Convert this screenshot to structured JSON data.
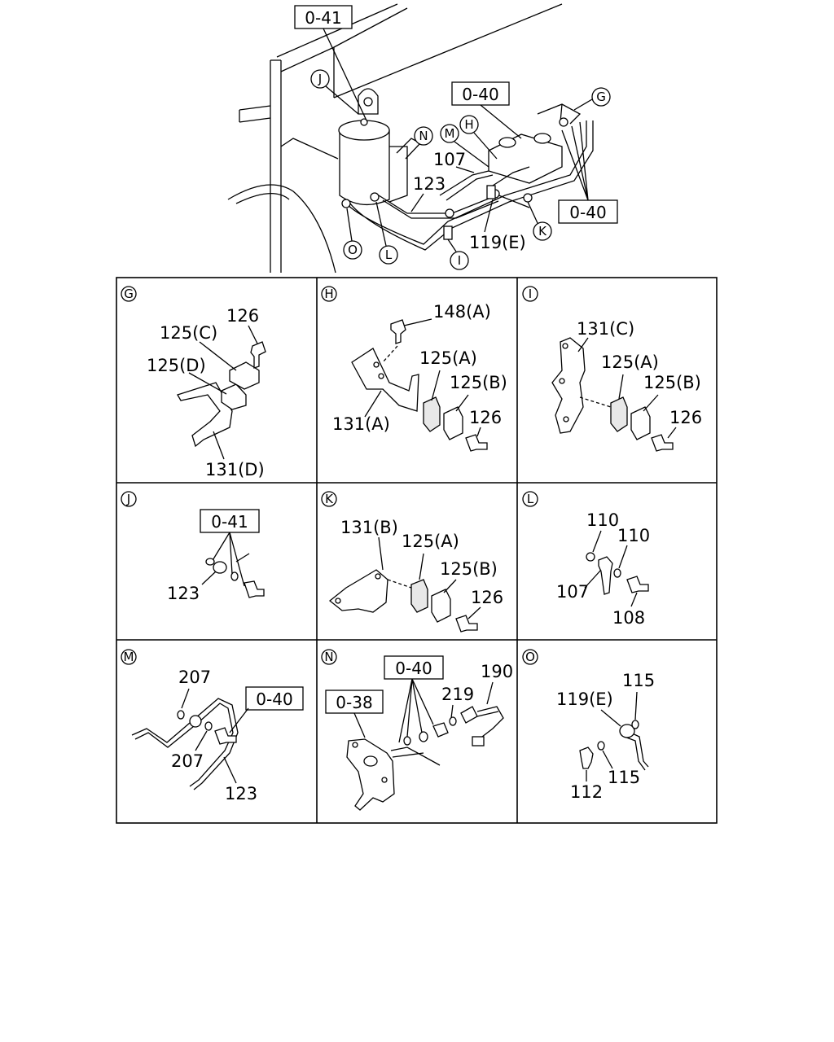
{
  "main_view": {
    "ref_041": "0-41",
    "ref_040_top": "0-40",
    "ref_040_right": "0-40",
    "circle_j": "J",
    "circle_n": "N",
    "circle_m": "M",
    "circle_h": "H",
    "circle_g": "G",
    "circle_k": "K",
    "circle_i": "I",
    "circle_l": "L",
    "circle_o": "O",
    "lbl_107": "107",
    "lbl_123": "123",
    "lbl_119e": "119(E)"
  },
  "panels": {
    "G": {
      "id": "G",
      "l126": "126",
      "l125c": "125(C)",
      "l125d": "125(D)",
      "l131d": "131(D)"
    },
    "H": {
      "id": "H",
      "l148a": "148(A)",
      "l125a": "125(A)",
      "l125b": "125(B)",
      "l131a": "131(A)",
      "l126": "126"
    },
    "I": {
      "id": "I",
      "l131c": "131(C)",
      "l125a": "125(A)",
      "l125b": "125(B)",
      "l126": "126"
    },
    "J": {
      "id": "J",
      "ref041": "0-41",
      "l123": "123"
    },
    "K": {
      "id": "K",
      "l131b": "131(B)",
      "l125a": "125(A)",
      "l125b": "125(B)",
      "l126": "126"
    },
    "L": {
      "id": "L",
      "l110a": "110",
      "l110b": "110",
      "l107": "107",
      "l108": "108"
    },
    "M": {
      "id": "M",
      "l207a": "207",
      "ref040": "0-40",
      "l207b": "207",
      "l123": "123"
    },
    "N": {
      "id": "N",
      "ref040": "0-40",
      "l190": "190",
      "l219": "219",
      "ref038": "0-38"
    },
    "O": {
      "id": "O",
      "l115a": "115",
      "l119e": "119(E)",
      "l112": "112",
      "l115b": "115"
    }
  }
}
